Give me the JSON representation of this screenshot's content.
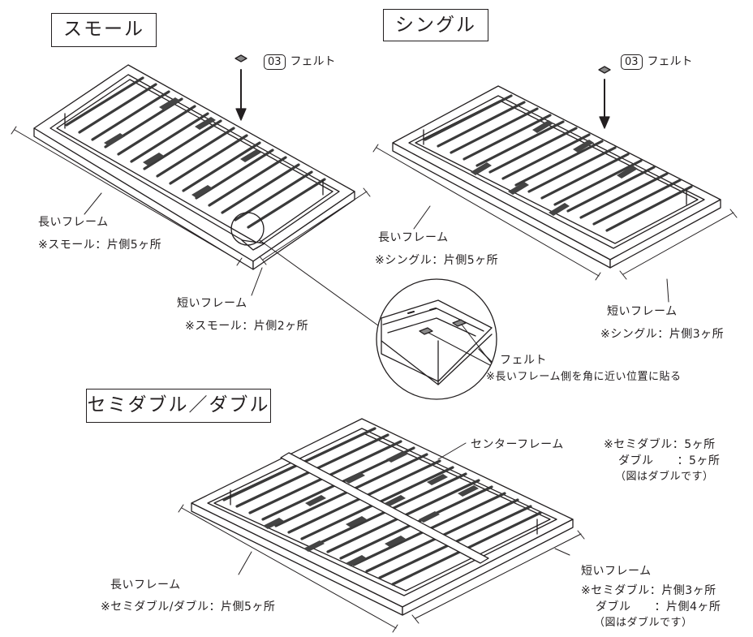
{
  "sections": {
    "small": {
      "title": "スモール"
    },
    "single": {
      "title": "シングル"
    },
    "semi": {
      "title": "セミダブル／ダブル"
    }
  },
  "part": {
    "number": "03",
    "name": "フェルト"
  },
  "small_labels": {
    "long_frame": "長いフレーム",
    "long_count": "※スモール：片側5ヶ所",
    "short_frame": "短いフレーム",
    "short_count": "※スモール：片側2ヶ所"
  },
  "single_labels": {
    "long_frame": "長いフレーム",
    "long_count": "※シングル：片側5ヶ所",
    "short_frame": "短いフレーム",
    "short_count": "※シングル：片側3ヶ所"
  },
  "detail": {
    "felt": "フェルト",
    "note": "※長いフレーム側を角に近い位置に貼る"
  },
  "semi_labels": {
    "center_frame": "センターフレーム",
    "center_semi": "※セミダブル：5ヶ所",
    "center_double": "ダブル　　：5ヶ所",
    "center_note": "（図はダブルです）",
    "long_frame": "長いフレーム",
    "long_count": "※セミダブル/ダブル：片側5ヶ所",
    "short_frame": "短いフレーム",
    "short_semi": "※セミダブル：片側3ヶ所",
    "short_double": "ダブル　　：片側4ヶ所",
    "short_note": "（図はダブルです）"
  },
  "colors": {
    "line": "#231f20",
    "felt_pad": "#555555",
    "frame_fill": "#ffffff"
  }
}
